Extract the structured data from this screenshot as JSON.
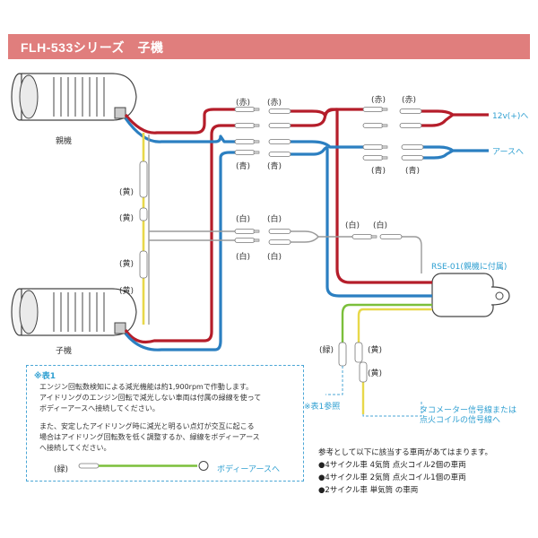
{
  "title": "FLH-533シリーズ　子機",
  "devices": {
    "parent": "親機",
    "child": "子機",
    "controller": "RSE-01(親機に付属)"
  },
  "wire_labels": {
    "red": "(赤)",
    "blue": "(青)",
    "yellow": "(黄)",
    "white": "(白)",
    "green": "(緑)"
  },
  "terminals": {
    "plus12v": "12v(+)へ",
    "earth": "アースへ",
    "body_earth": "ボディーアースへ",
    "tacho": "タコメーター信号線または",
    "tacho2": "点火コイルの信号線へ"
  },
  "ref_mark": "※表1参照",
  "note": {
    "title": "※表1",
    "lines": [
      "エンジン回転数検知による減光機能は約1,900rpmで作動します。",
      "アイドリングのエンジン回転で減光しない車両は付属の緑線を使って",
      "ボディーアースへ接続してください。",
      "また、安定したアイドリング時に減光と明るい点灯が交互に起こる",
      "場合はアイドリング回転数を低く調整するか、緑線をボディーアース",
      "へ接続してください。"
    ]
  },
  "reference": {
    "intro": "参考として以下に該当する車両があてはまります。",
    "items": [
      "●4サイクル車  4気筒  点火コイル2個の車両",
      "●4サイクル車  2気筒  点火コイル1個の車両",
      "●2サイクル車  単気筒  の車両"
    ]
  },
  "colors": {
    "header": "#e07e7d",
    "red_wire": "#b51d2a",
    "blue_wire": "#2b7fc1",
    "yellow_wire": "#e8d84a",
    "green_wire": "#7bbf3b",
    "white_wire": "#9a9a9a",
    "accent_text": "#2e9fd1"
  }
}
